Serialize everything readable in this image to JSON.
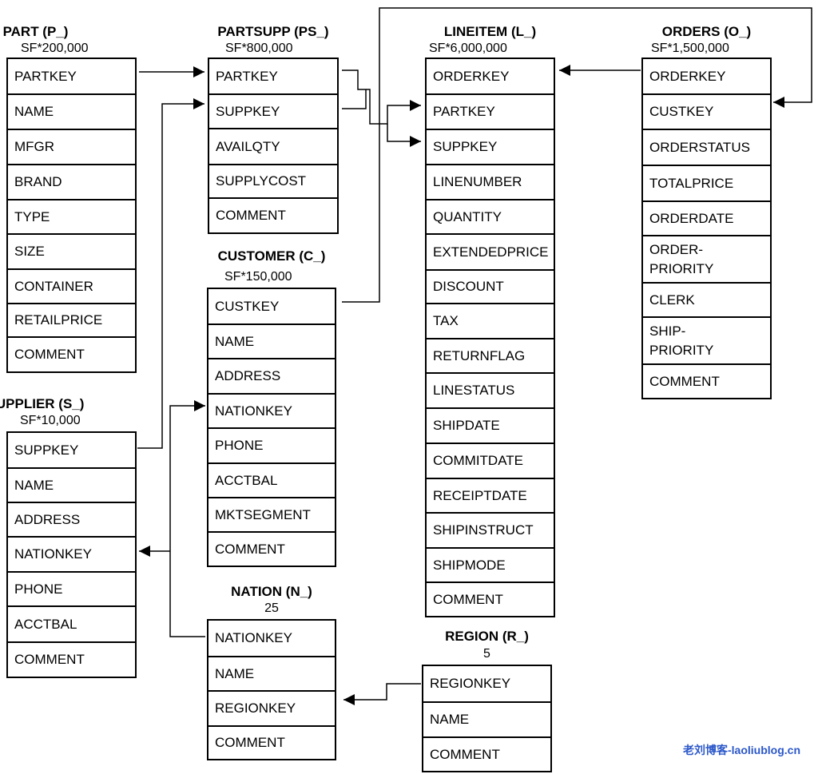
{
  "tables": [
    {
      "id": "part",
      "title": "PART (P_)",
      "sf": "SF*200,000",
      "columns": [
        "PARTKEY",
        "NAME",
        "MFGR",
        "BRAND",
        "TYPE",
        "SIZE",
        "CONTAINER",
        "RETAILPRICE",
        "COMMENT"
      ]
    },
    {
      "id": "partsupp",
      "title": "PARTSUPP (PS_)",
      "sf": "SF*800,000",
      "columns": [
        "PARTKEY",
        "SUPPKEY",
        "AVAILQTY",
        "SUPPLYCOST",
        "COMMENT"
      ]
    },
    {
      "id": "lineitem",
      "title": "LINEITEM (L_)",
      "sf": "SF*6,000,000",
      "columns": [
        "ORDERKEY",
        "PARTKEY",
        "SUPPKEY",
        "LINENUMBER",
        "QUANTITY",
        "EXTENDEDPRICE",
        "DISCOUNT",
        "TAX",
        "RETURNFLAG",
        "LINESTATUS",
        "SHIPDATE",
        "COMMITDATE",
        "RECEIPTDATE",
        "SHIPINSTRUCT",
        "SHIPMODE",
        "COMMENT"
      ]
    },
    {
      "id": "orders",
      "title": "ORDERS (O_)",
      "sf": "SF*1,500,000",
      "columns": [
        "ORDERKEY",
        "CUSTKEY",
        "ORDERSTATUS",
        "TOTALPRICE",
        "ORDERDATE",
        "ORDER-\nPRIORITY",
        "CLERK",
        "SHIP-\nPRIORITY",
        "COMMENT"
      ]
    },
    {
      "id": "customer",
      "title": "CUSTOMER (C_)",
      "sf": "SF*150,000",
      "columns": [
        "CUSTKEY",
        "NAME",
        "ADDRESS",
        "NATIONKEY",
        "PHONE",
        "ACCTBAL",
        "MKTSEGMENT",
        "COMMENT"
      ]
    },
    {
      "id": "supplier",
      "title": "SUPPLIER (S_)",
      "sf": "SF*10,000",
      "columns": [
        "SUPPKEY",
        "NAME",
        "ADDRESS",
        "NATIONKEY",
        "PHONE",
        "ACCTBAL",
        "COMMENT"
      ]
    },
    {
      "id": "nation",
      "title": "NATION (N_)",
      "sf": "25",
      "columns": [
        "NATIONKEY",
        "NAME",
        "REGIONKEY",
        "COMMENT"
      ]
    },
    {
      "id": "region",
      "title": "REGION (R_)",
      "sf": "5",
      "columns": [
        "REGIONKEY",
        "NAME",
        "COMMENT"
      ]
    }
  ],
  "relationships": [
    {
      "from": "part.PARTKEY",
      "to": "partsupp.PARTKEY"
    },
    {
      "from": "supplier.SUPPKEY",
      "to": "partsupp.SUPPKEY"
    },
    {
      "from": "partsupp.PARTKEY",
      "to": "lineitem.PARTKEY"
    },
    {
      "from": "partsupp.SUPPKEY",
      "to": "lineitem.SUPPKEY"
    },
    {
      "from": "orders.ORDERKEY",
      "to": "lineitem.ORDERKEY"
    },
    {
      "from": "customer.CUSTKEY",
      "to": "orders.CUSTKEY"
    },
    {
      "from": "nation.NATIONKEY",
      "to": "customer.NATIONKEY"
    },
    {
      "from": "nation.NATIONKEY",
      "to": "supplier.NATIONKEY"
    },
    {
      "from": "region.REGIONKEY",
      "to": "nation.REGIONKEY"
    }
  ],
  "watermark": "老刘博客-laoliublog.cn"
}
